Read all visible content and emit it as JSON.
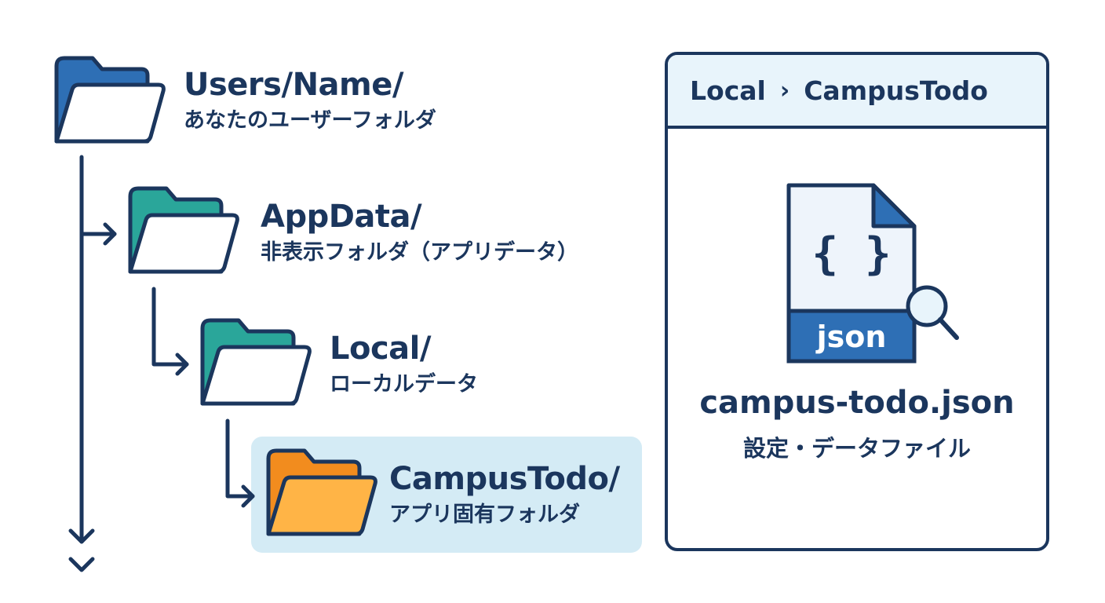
{
  "tree": [
    {
      "name": "Users/Name/",
      "description": "あなたのユーザーフォルダ",
      "icon": "folder-icon",
      "color": "#2e6fb5"
    },
    {
      "name": "AppData/",
      "description": "非表示フォルダ（アプリデータ）",
      "icon": "folder-icon",
      "color": "#2aa69a"
    },
    {
      "name": "Local/",
      "description": "ローカルデータ",
      "icon": "folder-icon",
      "color": "#2aa69a"
    },
    {
      "name": "CampusTodo/",
      "description": "アプリ固有フォルダ",
      "icon": "folder-icon",
      "color": "#f28c1e",
      "highlighted": true
    }
  ],
  "panel": {
    "breadcrumb": [
      "Local",
      "CampusTodo"
    ],
    "separator": "›",
    "file": {
      "glyph": "{ }",
      "extension": "json",
      "name": "campus-todo.json",
      "description": "設定・データファイル",
      "icon": "json-file-search-icon"
    }
  },
  "colors": {
    "ink": "#1b365d",
    "blue": "#2e6fb5",
    "teal": "#2aa69a",
    "orange": "#f28c1e",
    "highlight": "#d4ebf5",
    "panel_header": "#e8f4fb"
  }
}
